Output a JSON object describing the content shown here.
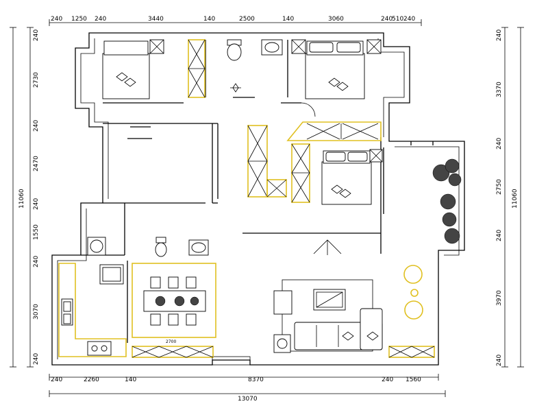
{
  "dimensions": {
    "top": [
      "240",
      "1250",
      "240",
      "3440",
      "140",
      "2500",
      "140",
      "3060",
      "240",
      "510",
      "240"
    ],
    "bottom": [
      "240",
      "2260",
      "140",
      "8370",
      "240",
      "1560"
    ],
    "overall_bottom": "13070",
    "left": [
      "240",
      "2730",
      "240",
      "2470",
      "240",
      "1550",
      "240",
      "3070",
      "240"
    ],
    "overall_left": "11060",
    "right": [
      "240",
      "3370",
      "240",
      "2750",
      "240",
      "3970",
      "240"
    ],
    "overall_right": "11060",
    "table_label": "2700"
  },
  "colors": {
    "wall": "#000000",
    "cabinet": "#e0c020",
    "background": "#ffffff"
  }
}
